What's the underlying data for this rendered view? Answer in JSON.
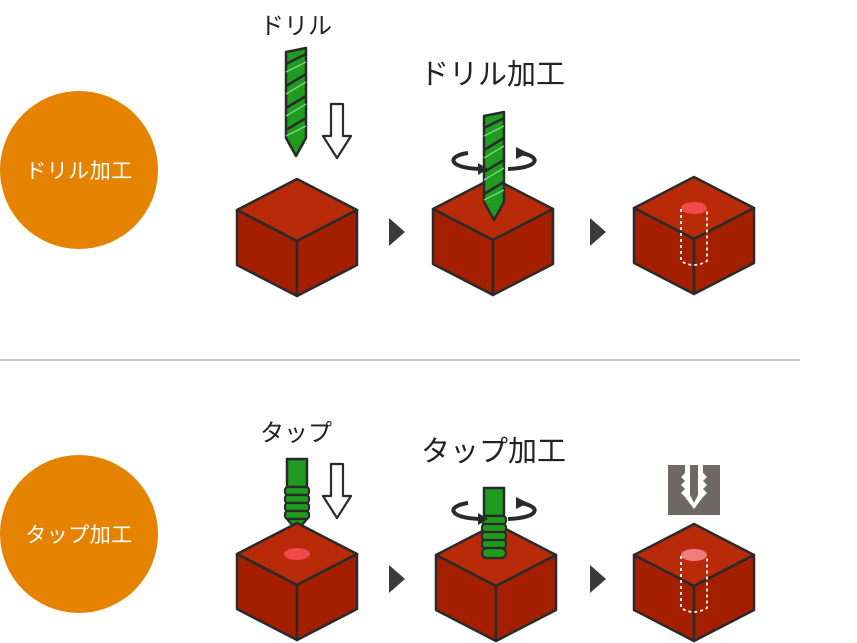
{
  "rows": [
    {
      "badge": "ドリル加工",
      "tool_label": "ドリル",
      "process_label": "ドリル加工"
    },
    {
      "badge": "タップ加工",
      "tool_label": "タップ",
      "process_label": "タップ加工"
    }
  ],
  "colors": {
    "badge": "#e58300",
    "block_front": "#a31f00",
    "block_top": "#b82a08",
    "drill_green": "#1f9b1f",
    "outline": "#2a2a2a",
    "hole": "#f24a4a",
    "arrow_gray": "#3a3a3a",
    "tap_symbol_gray": "#6f6864",
    "divider": "#c8c8c8"
  }
}
